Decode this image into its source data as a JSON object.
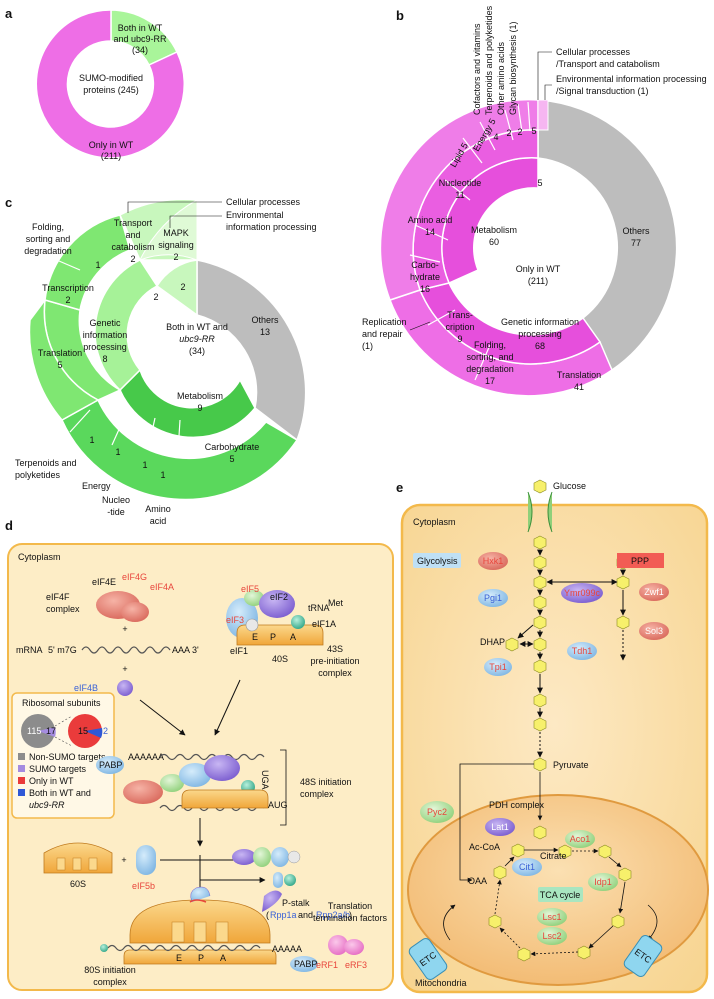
{
  "panels": {
    "a": "a",
    "b": "b",
    "c": "c",
    "d": "d",
    "e": "e"
  },
  "panel_a": {
    "center": [
      "SUMO-modified",
      "proteins (245)"
    ],
    "both": [
      "Both in WT",
      "and ubc9-RR",
      "(34)"
    ],
    "only": [
      "Only in WT",
      "(211)"
    ]
  },
  "panel_b": {
    "center": [
      "Only in WT",
      "(211)"
    ],
    "others": [
      "Others",
      "77"
    ],
    "metabolism": [
      "Metabolism",
      "60"
    ],
    "gip": [
      "Genetic information",
      "processing",
      "68"
    ],
    "nucleotide": [
      "Nucleotide",
      "11"
    ],
    "amino_acid": [
      "Amino acid",
      "14"
    ],
    "carbohydrate": [
      "Carbo-",
      "hydrate",
      "16"
    ],
    "lipid": "Lipid 5",
    "energy": "Energy 5",
    "n4": "4",
    "n2a": "2",
    "n2b": "2",
    "n5a": "5",
    "n5b": "5",
    "translation": [
      "Translation",
      "41"
    ],
    "folding": [
      "Folding,",
      "sorting, and",
      "degradation",
      "17"
    ],
    "transcription": [
      "Trans-",
      "cription",
      "9"
    ],
    "replication": [
      "Replication",
      "and repair",
      "(1)"
    ],
    "top_labels": [
      "Cofactors and vitamins",
      "Terpenoids and polyketides",
      "Other amino acids",
      "Glycan biosynthesis (1)"
    ],
    "cellular": [
      "Cellular processes",
      "/Transport and catabolism"
    ],
    "environmental": [
      "Environmental information processing",
      "/Signal transduction (1)"
    ]
  },
  "panel_c": {
    "center": [
      "Both in WT and",
      "ubc9-RR",
      "(34)"
    ],
    "others": [
      "Others",
      "13"
    ],
    "metabolism": [
      "Metabolism",
      "9"
    ],
    "gip": [
      "Genetic",
      "information",
      "processing",
      "8"
    ],
    "carbohydrate": [
      "Carbohydrate",
      "5"
    ],
    "translation": [
      "Translation",
      "5"
    ],
    "transcription": [
      "Transcription",
      "2"
    ],
    "folding": [
      "Folding,",
      "sorting and",
      "degradation"
    ],
    "transport": [
      "Transport",
      "and",
      "catabolism",
      "2"
    ],
    "mapk": [
      "MAPK",
      "signaling",
      "2"
    ],
    "n1": "1",
    "n2": "2",
    "cellular": "Cellular processes",
    "environmental": [
      "Environmental",
      "information processing"
    ],
    "terpenoids": [
      "Terpenoids and",
      "polyketides"
    ],
    "energy": "Energy",
    "nucleotide": [
      "Nucleo",
      "-tide"
    ],
    "amino_acid": [
      "Amino",
      "acid"
    ]
  },
  "panel_d": {
    "cytoplasm": "Cytoplasm",
    "eif4e": "eIF4E",
    "eif4g": "eIF4G",
    "eif4a": "eIF4A",
    "eif4f": [
      "eIF4F",
      "complex"
    ],
    "mrna": "mRNA",
    "mrna_5": "5' m7G",
    "mrna_3": "AAA 3'",
    "plus": "+",
    "eif4b": "eIF4B",
    "eif5": "eIF5",
    "eif2": "eIF2",
    "eif3": "eIF3",
    "trna": "tRNA",
    "trna_sup": "Met",
    "eif1a": "eIF1A",
    "eif1": "eIF1",
    "s40": "40S",
    "e": "E",
    "p": "P",
    "a": "A",
    "pic": [
      "43S",
      "pre-initiation",
      "complex"
    ],
    "ribosomal": "Ribosomal subunits",
    "pie1_a": "115",
    "pie1_b": "17",
    "pie2_a": "15",
    "pie2_b": "2",
    "legend": [
      "Non-SUMO targets",
      "SUMO targets",
      "Only in WT",
      "Both in WT and",
      "ubc9-RR"
    ],
    "pabp": "PABP",
    "aaaaaa": "AAAAAA",
    "uga": "UGA",
    "aug": "AUG",
    "s48": [
      "48S initiation",
      "complex"
    ],
    "s60": "60S",
    "eif5b": "eIF5b",
    "pstalk": "P-stalk",
    "rpp1a": "Rpp1a",
    "and": "and",
    "rpp2": "Rpp2a/b",
    "ttf": [
      "Translation",
      "termination factors"
    ],
    "erf1": "eRF1",
    "erf3": "eRF3",
    "s80": [
      "80S initiation",
      "complex"
    ],
    "aaaaa": "AAAAA"
  },
  "panel_e": {
    "glucose": "Glucose",
    "cytoplasm": "Cytoplasm",
    "glycolysis": "Glycolysis",
    "ppp": "PPP",
    "hxk1": "Hxk1",
    "pgi1": "Pgi1",
    "ymr": "Ymr099c",
    "zwf1": "Zwf1",
    "sol3": "Sol3",
    "dhap": "DHAP",
    "tpi1": "Tpi1",
    "tdh1": "Tdh1",
    "pyruvate": "Pyruvate",
    "pyc2": "Pyc2",
    "pdh": "PDH complex",
    "lat1": "Lat1",
    "accoa": "Ac-CoA",
    "citrate": "Citrate",
    "aco1": "Aco1",
    "oaa": "OAA",
    "cit1": "Cit1",
    "idp1": "Idp1",
    "tca": "TCA cycle",
    "lsc1": "Lsc1",
    "lsc2": "Lsc2",
    "etc": "ETC",
    "mito": "Mitochondria"
  },
  "colors": {
    "magenta": "#e95ce0",
    "green": "#58d65a",
    "grey": "#bcbcbc",
    "orange": "#f5b94a"
  }
}
